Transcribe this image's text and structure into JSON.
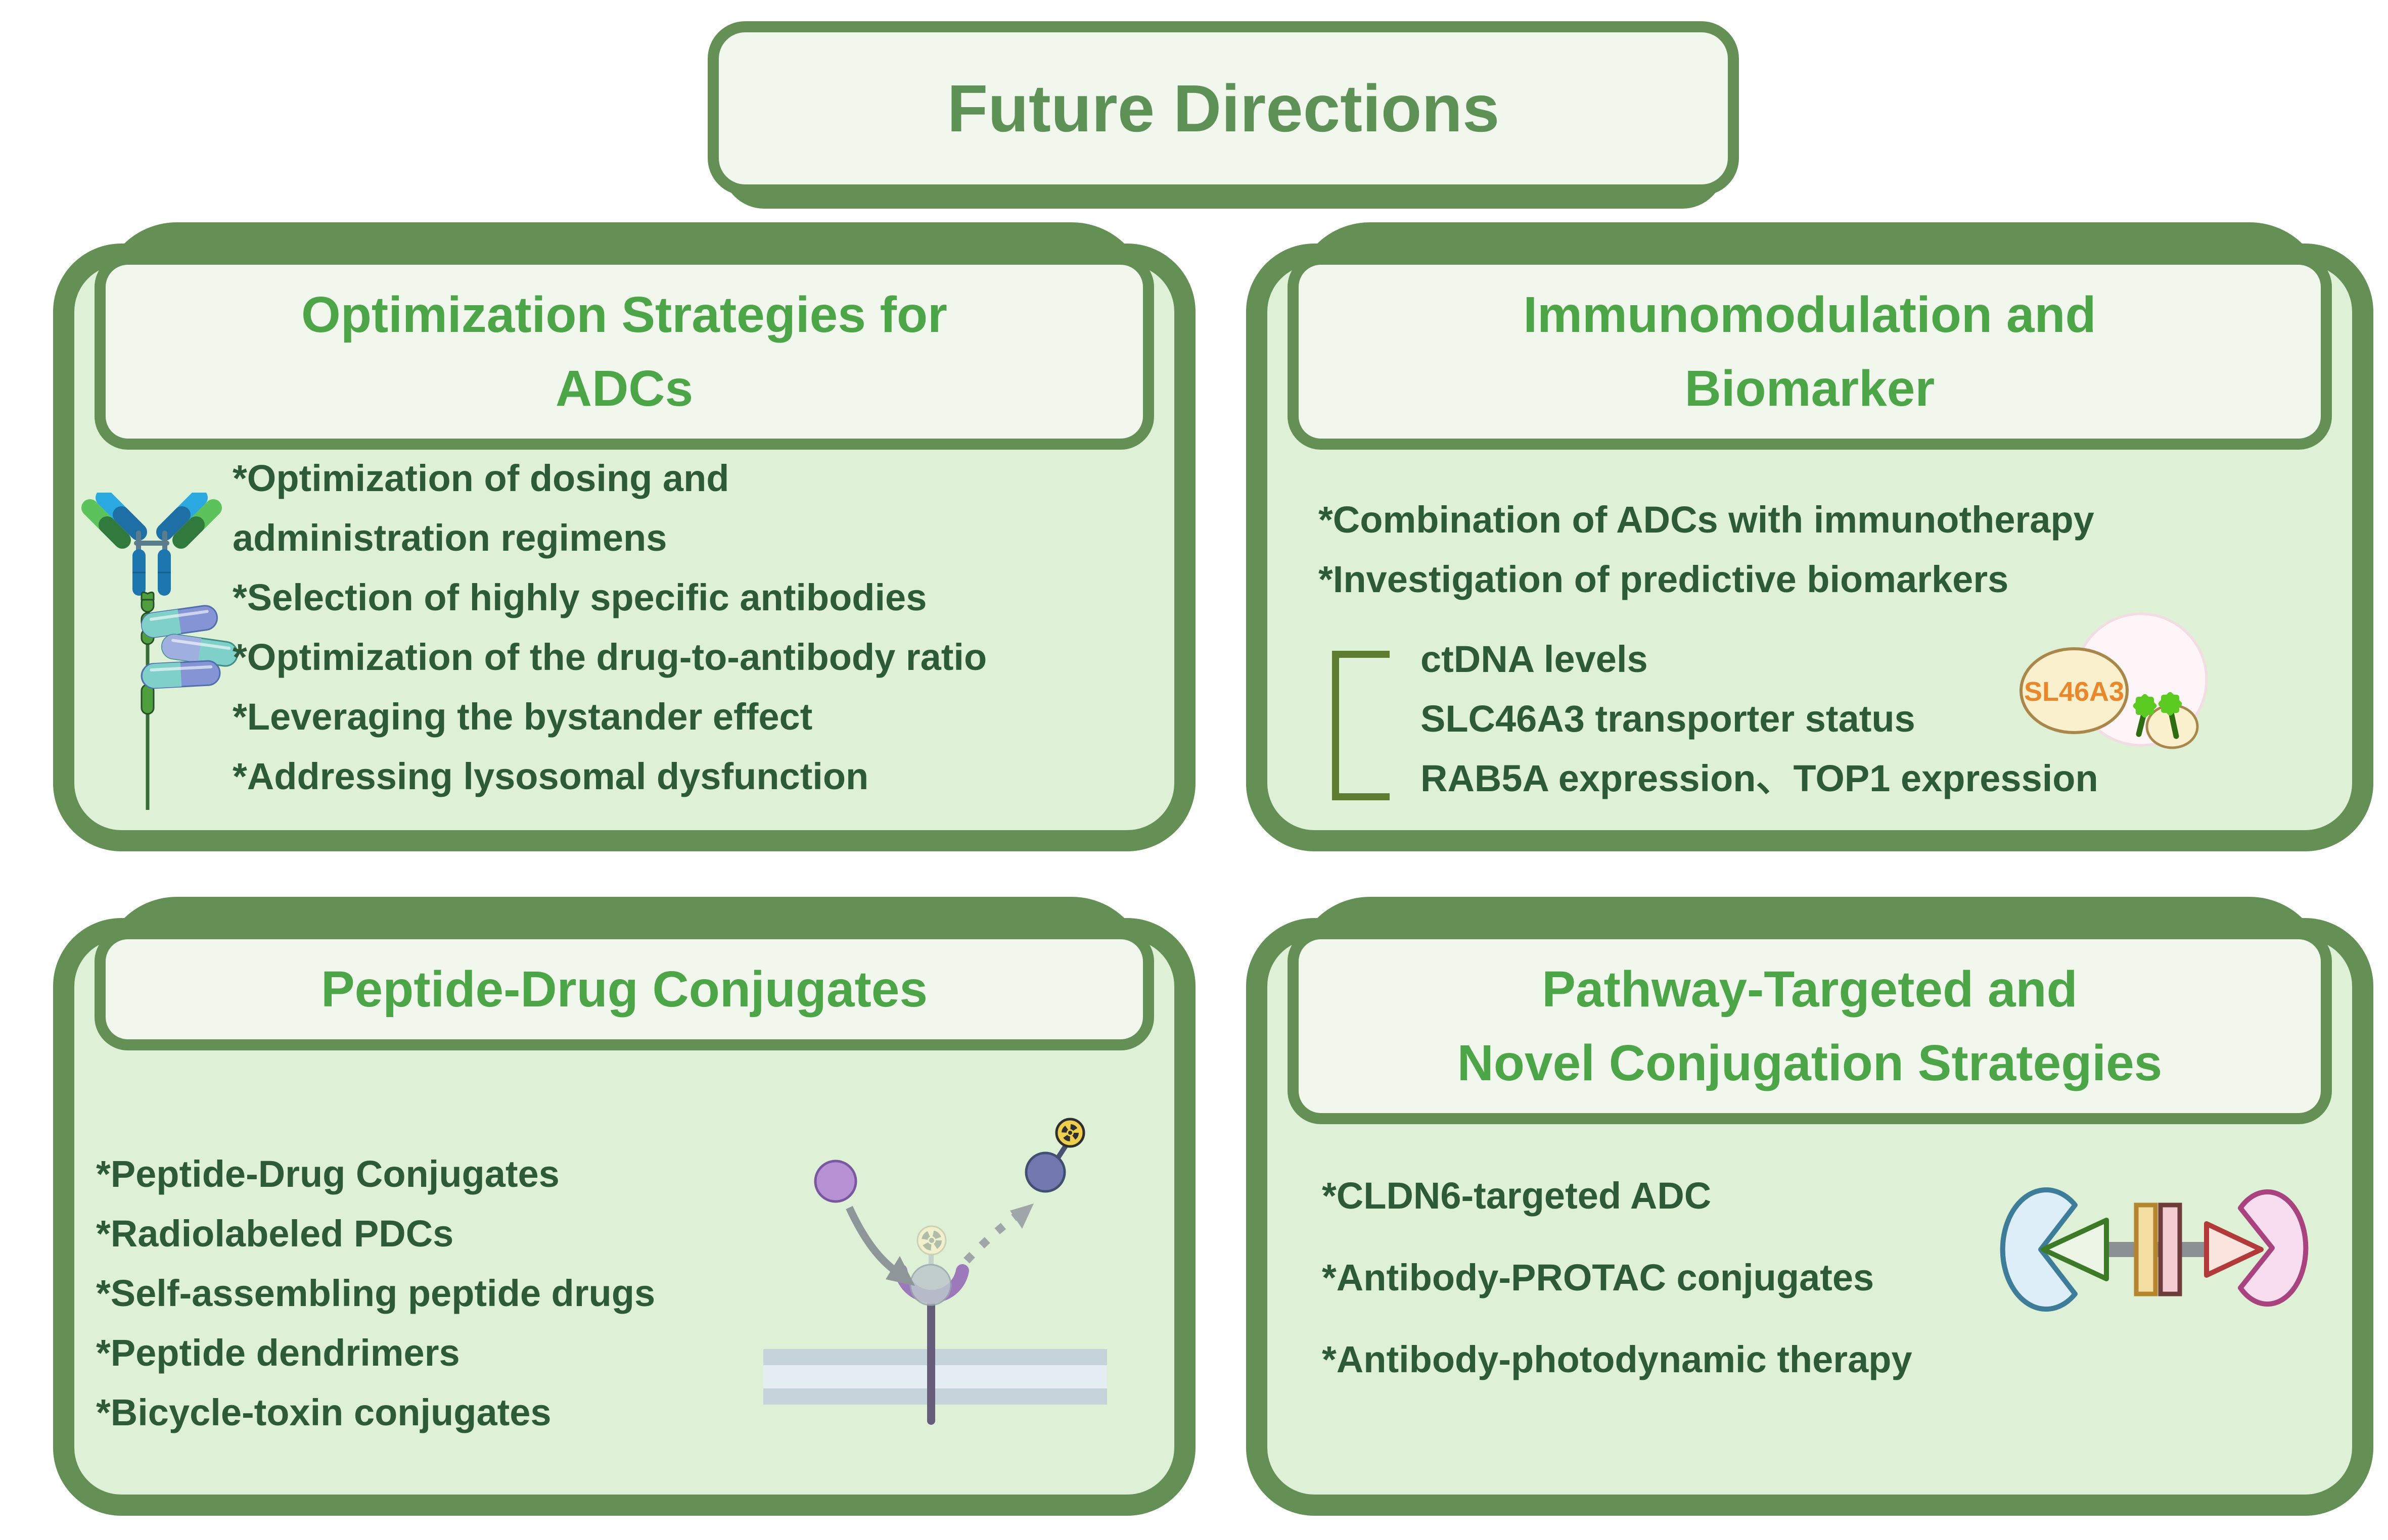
{
  "title": "Future Directions",
  "colors": {
    "border_green": "#649056",
    "panel_fill": "#def0d5",
    "header_fill": "#f2f7ed",
    "header_text_green": "#4ca647",
    "title_text_green": "#5e9156",
    "body_text_green": "#2d5a38",
    "bracket_olive": "#5f7d30",
    "vesicle_label_orange": "#e8872b"
  },
  "icons": {
    "top_left": "antibody-drug-conjugate-icon",
    "top_right": "slc46a3-vesicle-icon",
    "bottom_left": "receptor-radioligand-icon",
    "bottom_right": "protac-ternary-complex-icon"
  },
  "boxes": {
    "optimization": {
      "header_lines": [
        "Optimization Strategies for",
        "ADCs"
      ],
      "items": [
        [
          "*Optimization of dosing and",
          "administration regimens"
        ],
        "*Selection of highly specific antibodies",
        "*Optimization of the drug-to-antibody ratio",
        "*Leveraging the bystander effect",
        "*Addressing lysosomal dysfunction"
      ]
    },
    "immunomodulation": {
      "header_lines": [
        "Immunomodulation and",
        "Biomarker"
      ],
      "items": [
        "*Combination of ADCs with immunotherapy",
        "*Investigation of predictive biomarkers"
      ],
      "biomarkers": [
        "ctDNA levels",
        "SLC46A3 transporter status",
        "RAB5A expression、TOP1 expression"
      ],
      "vesicle_label": "SL46A3"
    },
    "peptide": {
      "header_lines": [
        "Peptide-Drug Conjugates"
      ],
      "items": [
        "*Peptide-Drug Conjugates",
        "*Radiolabeled PDCs",
        "*Self-assembling peptide drugs",
        "*Peptide dendrimers",
        "*Bicycle-toxin conjugates"
      ]
    },
    "pathway": {
      "header_lines": [
        "Pathway-Targeted and",
        "Novel Conjugation Strategies"
      ],
      "items": [
        "*CLDN6-targeted ADC",
        "*Antibody-PROTAC conjugates",
        "*Antibody-photodynamic therapy"
      ]
    }
  }
}
